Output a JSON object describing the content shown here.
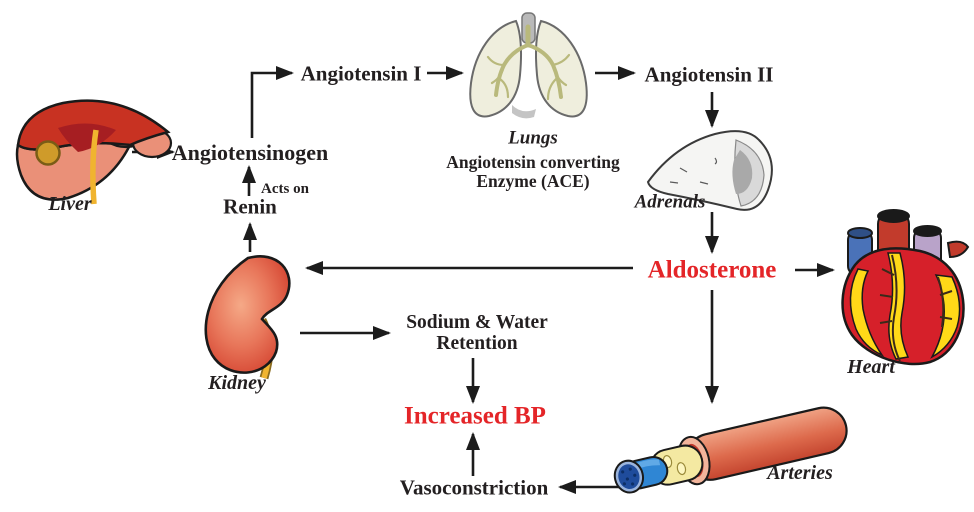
{
  "colors": {
    "background": "#ffffff",
    "text": "#231f20",
    "highlight_red": "#e42528",
    "arrow": "#1c1c1c",
    "liver_red": "#c83222",
    "liver_salmon": "#ea9078",
    "kidney_red": "#d13c2a",
    "lungs_cream": "#efeedd",
    "bronchi_olive": "#b9b97c",
    "adrenal_gray": "#f5f5f3",
    "heart_red": "#d6202a",
    "heart_fat_yellow": "#ffd918",
    "artery_blue": "#2f86d4",
    "artery_yellow": "#f4e9a2",
    "duct_gold": "#f0b42f"
  },
  "labels": {
    "liver": "Liver",
    "angiotensinogen": "Angiotensinogen",
    "acts_on": "Acts on",
    "renin": "Renin",
    "angiotensin_i": "Angiotensin I",
    "lungs": "Lungs",
    "ace_line1": "Angiotensin converting",
    "ace_line2": "Enzyme (ACE)",
    "angiotensin_ii": "Angiotensin II",
    "adrenals": "Adrenals",
    "aldosterone": "Aldosterone",
    "heart": "Heart",
    "kidney": "Kidney",
    "sodium_water_line1": "Sodium & Water",
    "sodium_water_line2": "Retention",
    "increased_bp": "Increased BP",
    "vasoconstriction": "Vasoconstriction",
    "arteries": "Arteries"
  }
}
